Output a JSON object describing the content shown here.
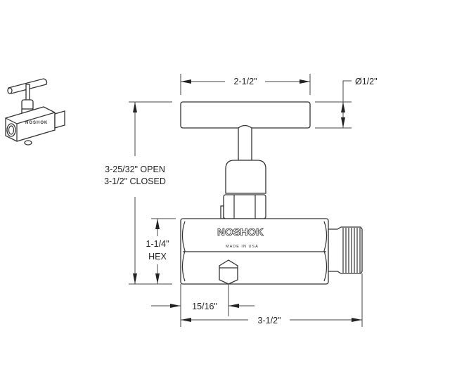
{
  "brand": "NOSHOK",
  "body_marking": "MADE IN USA",
  "dimensions": {
    "handle_length": "2-1/2\"",
    "handle_diameter": "Ø1/2\"",
    "height_open": "3-25/32\" OPEN",
    "height_closed": "3-1/2\" CLOSED",
    "hex_size": "1-1/4\"",
    "hex_label": "HEX",
    "drain_offset": "15/16\"",
    "overall_length": "3-1/2\""
  },
  "line_color": "#333333"
}
